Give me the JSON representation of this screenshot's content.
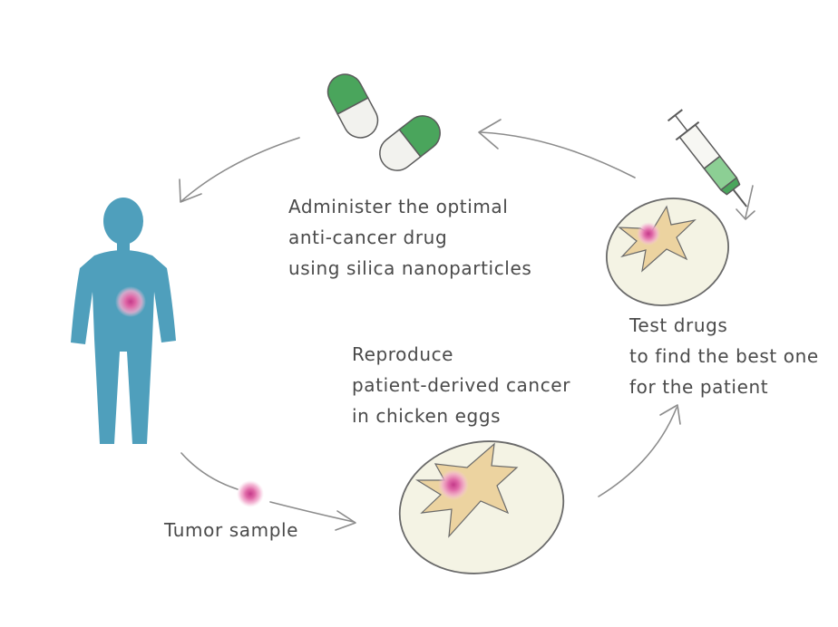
{
  "steps": {
    "administer": {
      "lines": [
        "Administer the optimal",
        "anti-cancer drug",
        "using silica nanoparticles"
      ]
    },
    "test": {
      "lines": [
        "Test drugs",
        "to find the best one",
        "for the patient"
      ]
    },
    "reproduce": {
      "lines": [
        "Reproduce",
        "patient-derived cancer",
        "in chicken eggs"
      ]
    },
    "sample": {
      "label": "Tumor sample"
    }
  },
  "icons": {
    "patient": "person-silhouette-icon",
    "tumor": "tumor-cell-icon",
    "pills": "capsule-icon",
    "syringe": "syringe-icon",
    "egg": "egg-icon"
  },
  "colors": {
    "person": "#4f9fbc",
    "tumor": "#d64d9a",
    "capsule_green": "#4aa55c",
    "egg_shell": "#f4f3e4",
    "star": "#ecd3a0",
    "arrow": "#8c8c8c",
    "text": "#4a4a4a"
  }
}
